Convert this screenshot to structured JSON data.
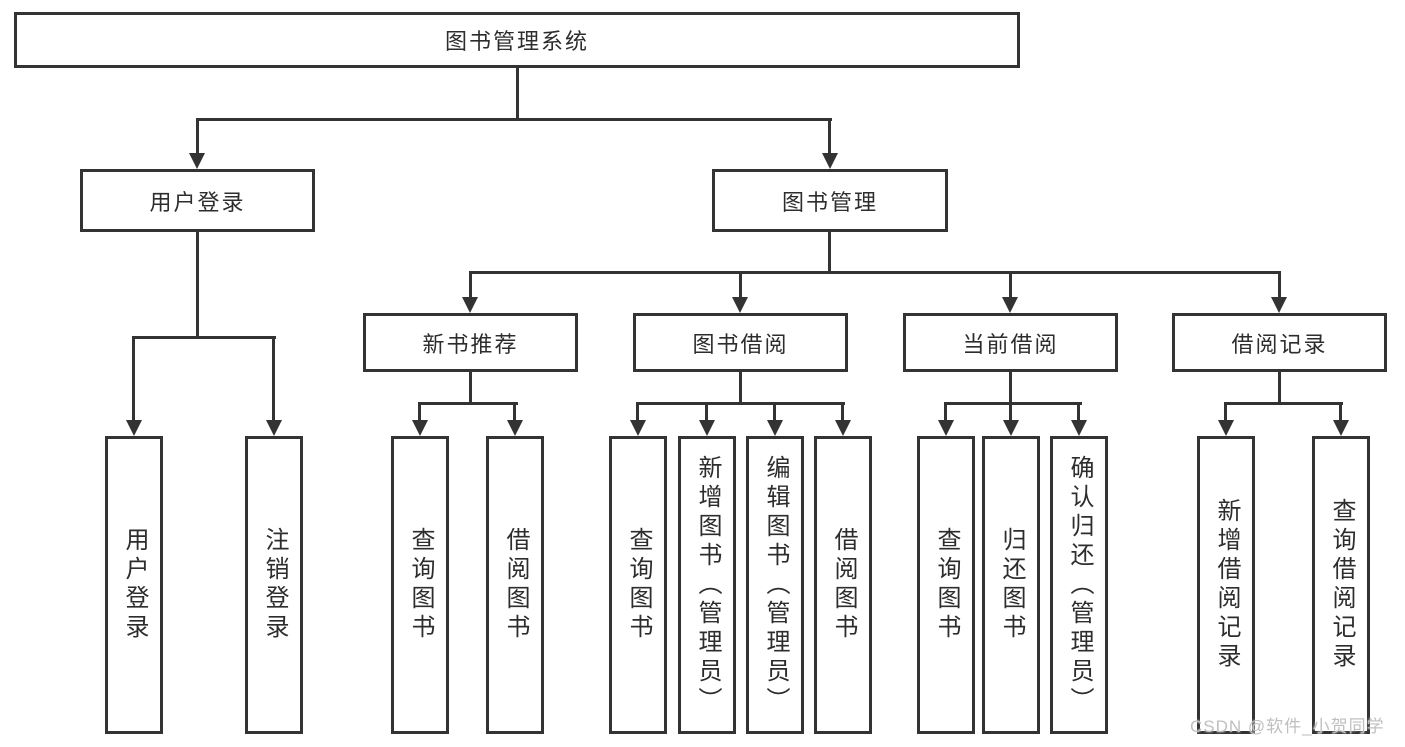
{
  "tree": {
    "root": {
      "label": "图书管理系统"
    },
    "level2": [
      {
        "id": "user-login",
        "label": "用户登录"
      },
      {
        "id": "book-management",
        "label": "图书管理"
      }
    ],
    "level3": [
      {
        "id": "new-book-recommend",
        "label": "新书推荐"
      },
      {
        "id": "book-borrowing",
        "label": "图书借阅"
      },
      {
        "id": "current-borrowing",
        "label": "当前借阅"
      },
      {
        "id": "borrowing-records",
        "label": "借阅记录"
      }
    ],
    "leaves": {
      "user_login": [
        "用户登录",
        "注销登录"
      ],
      "new_book_recommend": [
        "查询图书",
        "借阅图书"
      ],
      "book_borrowing": [
        "查询图书",
        "新增图书（管理员）",
        "编辑图书（管理员）",
        "借阅图书"
      ],
      "current_borrowing": [
        "查询图书",
        "归还图书",
        "确认归还（管理员）"
      ],
      "borrowing_records": [
        "新增借阅记录",
        "查询借阅记录"
      ]
    }
  },
  "watermark": {
    "text": "CSDN @软件_小贺同学"
  },
  "colors": {
    "line": "#333333",
    "text": "#2d2d2d",
    "background": "#ffffff",
    "watermark": "#bfbfbf"
  }
}
